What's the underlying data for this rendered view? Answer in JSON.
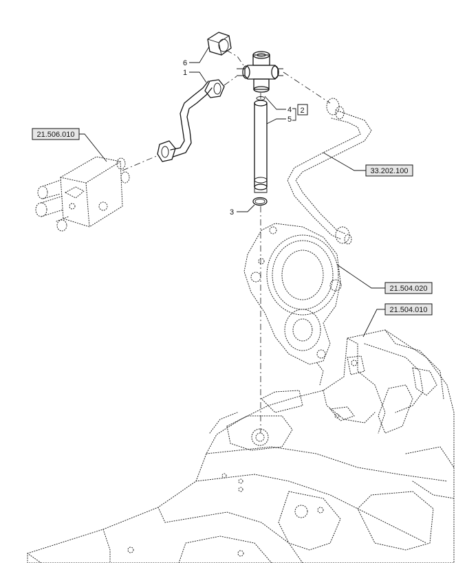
{
  "callouts": {
    "c1": "1",
    "c2": "2",
    "c3": "3",
    "c4": "4",
    "c5": "5",
    "c6": "6"
  },
  "references": {
    "valve_block": "21.506.010",
    "return_line": "33.202.100",
    "flange_plate": "21.504.020",
    "housing": "21.504.010"
  }
}
